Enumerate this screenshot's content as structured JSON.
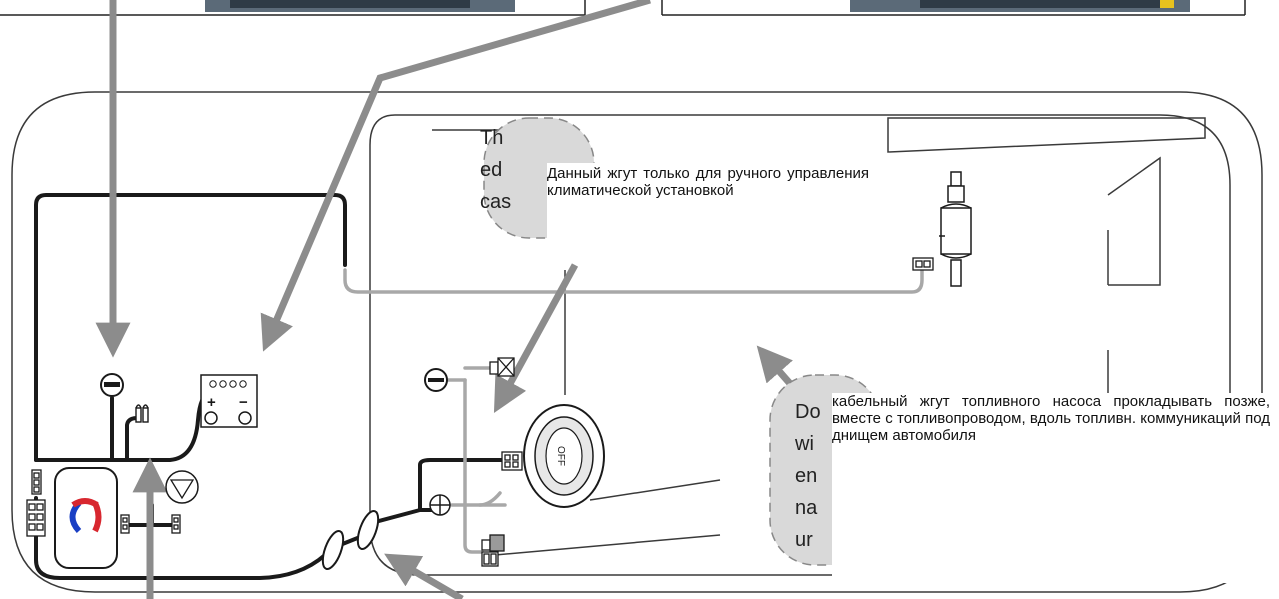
{
  "notes": {
    "harness_only": "Данный жгут только для ручного управления климатической установкой",
    "fuel_pump_harness": "кабельный жгут топливного насоса прокладывать позже, вместе с топливопроводом, вдоль топливн. коммуникаций под днищем автомобиля"
  },
  "callout_fragments_left": [
    "Th",
    "ed",
    "cas"
  ],
  "callout_fragments_right": [
    "Do",
    "wi",
    "en",
    "na",
    "ur"
  ],
  "battery": {
    "plus": "+",
    "minus": "−"
  },
  "switch_label": "OFF",
  "colors": {
    "line": "#222222",
    "gray_harness": "#a8a8a8",
    "arrow": "#8c8c8c",
    "bubble": "#d9d9d9",
    "bubble_border": "#888888",
    "heater_blue": "#1a3fc4",
    "heater_red": "#d8272f"
  },
  "icons": [
    "fuse-icon",
    "ground-icon",
    "battery-icon",
    "pump-icon",
    "connector-icon",
    "switch-icon",
    "heater-icon"
  ]
}
